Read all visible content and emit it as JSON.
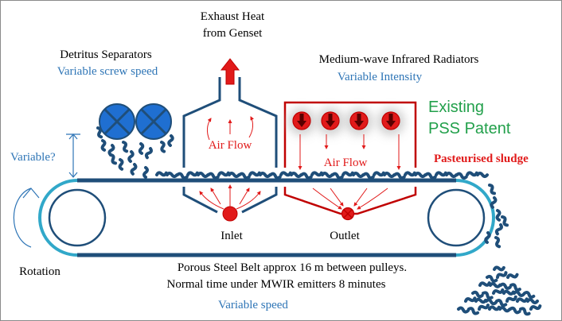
{
  "labels": {
    "exhaust_heat": [
      "Exhaust Heat",
      "from Genset"
    ],
    "detritus": "Detritus Separators",
    "screw_speed": "Variable screw speed",
    "mwir": "Medium-wave Infrared Radiators",
    "variable_intensity": "Variable Intensity",
    "existing_patent": [
      "Existing",
      "PSS Patent"
    ],
    "pasteurised": "Pasteurised sludge",
    "variable_q": "Variable?",
    "air_flow_left": "Air Flow",
    "air_flow_right": "Air Flow",
    "inlet": "Inlet",
    "outlet": "Outlet",
    "rotation": "Rotation",
    "belt_desc": [
      "Porous Steel Belt approx 16 m between pulleys.",
      "Normal time under MWIR emitters 8 minutes"
    ],
    "variable_speed": "Variable speed"
  },
  "colors": {
    "dark_blue": "#1f4e79",
    "mid_blue": "#2e75b6",
    "cyan": "#31a8c9",
    "red": "#e11a1a",
    "dark_red": "#c00000",
    "green": "#22a04b",
    "text_blue": "#2e75b6"
  }
}
